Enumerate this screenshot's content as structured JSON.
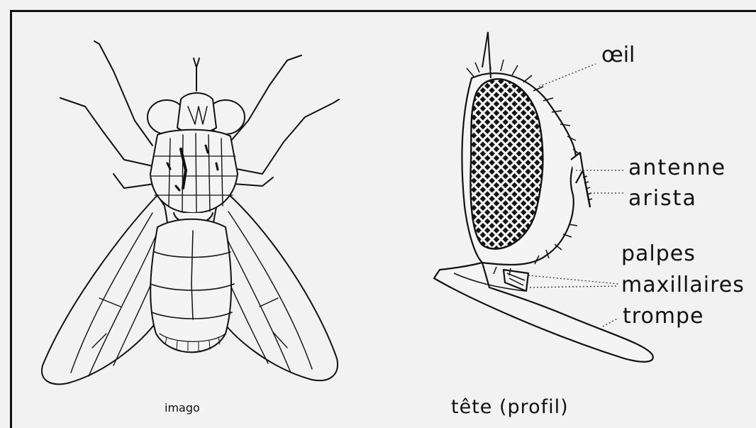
{
  "figure": {
    "left": {
      "caption": "imago"
    },
    "right": {
      "caption": "tête (profil)",
      "labels": {
        "oeil": "œil",
        "antenne": "antenne",
        "arista": "arista",
        "palpes": "palpes",
        "maxillaires": "maxillaires",
        "trompe": "trompe"
      }
    }
  }
}
